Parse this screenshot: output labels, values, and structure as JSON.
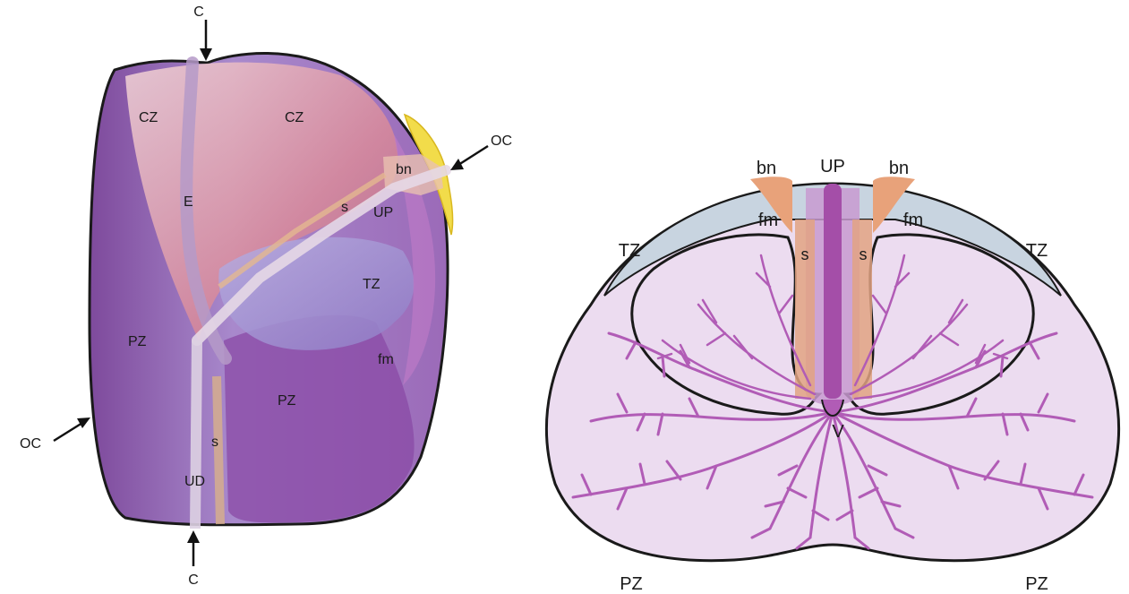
{
  "left_diagram": {
    "labels": {
      "c_top": "C",
      "c_bottom": "C",
      "oc_right": "OC",
      "oc_left": "OC",
      "cz_left": "CZ",
      "cz_right": "CZ",
      "bn": "bn",
      "e": "E",
      "s_upper": "s",
      "up": "UP",
      "tz": "TZ",
      "pz_left": "PZ",
      "pz_right": "PZ",
      "fm": "fm",
      "s_lower": "s",
      "ud": "UD"
    }
  },
  "right_diagram": {
    "labels": {
      "bn_left": "bn",
      "up": "UP",
      "bn_right": "bn",
      "fm_left": "fm",
      "fm_right": "fm",
      "tz_left": "TZ",
      "tz_right": "TZ",
      "s_left": "s",
      "s_right": "s",
      "v": "V",
      "pz_left": "PZ",
      "pz_right": "PZ"
    }
  },
  "colors": {
    "pz_purple": "#9b5fb0",
    "cz_pink": "#d98a9a",
    "tz_blue": "#a99bd6",
    "capsule_yellow": "#f2dc4a",
    "bladder_neck": "#e8a27a",
    "gland_fill": "#ecdcf0",
    "duct_purple": "#b15cb6",
    "fm_blue": "#c8d4e0"
  }
}
